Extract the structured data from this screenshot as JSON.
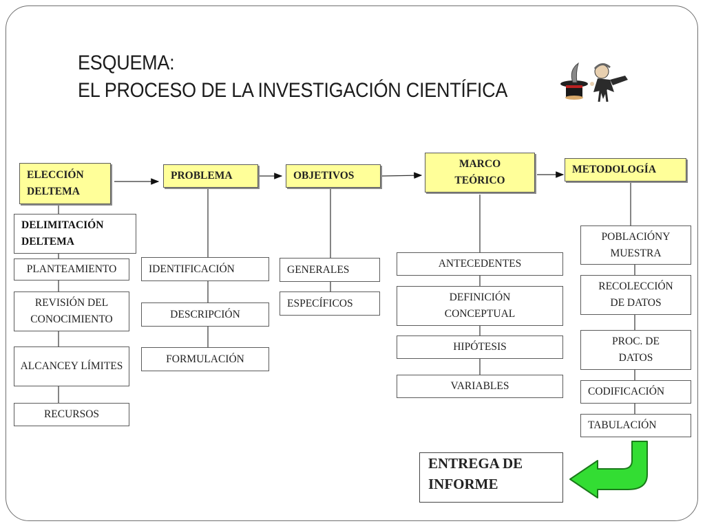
{
  "title": {
    "line1": "ESQUEMA:",
    "line2": "EL PROCESO DE LA INVESTIGACIÓN CIENTÍFICA"
  },
  "columns": [
    {
      "header": "ELECCIÓN DELTEMA",
      "items": [
        "DELIMITACIÓN DELTEMA",
        "PLANTEAMIENTO",
        "REVISIÓN DEL CONOCIMIENTO",
        "ALCANCEY LÍMITES",
        "RECURSOS"
      ]
    },
    {
      "header": "PROBLEMA",
      "items": [
        "IDENTIFICACIÓN",
        "DESCRIPCIÓN",
        "FORMULACIÓN"
      ]
    },
    {
      "header": "OBJETIVOS",
      "items": [
        "GENERALES",
        "ESPECÍFICOS"
      ]
    },
    {
      "header": "MARCO TEÓRICO",
      "items": [
        "ANTECEDENTES",
        "DEFINICIÓN CONCEPTUAL",
        "HIPÓTESIS",
        "VARIABLES"
      ]
    },
    {
      "header": "METODOLOGÍA",
      "items": [
        "POBLACIÓNY MUESTRA",
        "RECOLECCIÓN DE DATOS",
        "PROC. DE DATOS",
        "CODIFICACIÓN",
        "TABULACIÓN"
      ]
    }
  ],
  "final": {
    "label_line1": "ENTREGA DE",
    "label_line2": "INFORME"
  },
  "colors": {
    "header_fill": "#ffff99",
    "arrow_fill": "#33dd33",
    "arrow_stroke": "#1a7a1a"
  },
  "icons": [
    "magician-hat-icon"
  ]
}
